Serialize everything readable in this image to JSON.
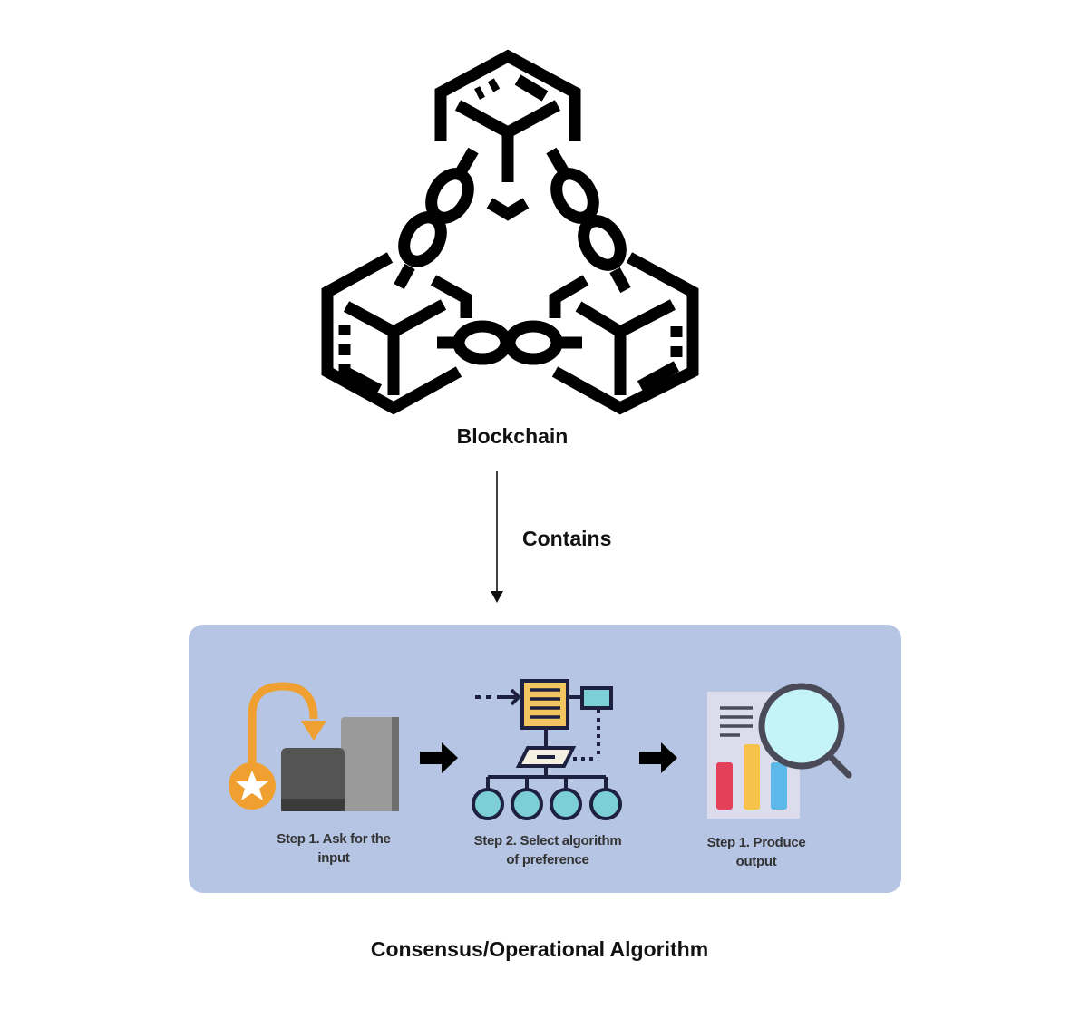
{
  "diagram": {
    "top_node": {
      "label": "Blockchain",
      "icon": "blockchain-cubes-chain-icon"
    },
    "edge": {
      "label": "Contains",
      "direction": "down"
    },
    "bottom_node": {
      "title": "Consensus/Operational Algorithm",
      "panel_color": "#b6c5e4",
      "steps": [
        {
          "caption": "Step 1. Ask for the input",
          "caption_lines": [
            "Step 1. Ask for the",
            "input"
          ],
          "icon": "input-request-icon"
        },
        {
          "caption": "Step 2. Select algorithm of preference",
          "caption_lines": [
            "Step 2. Select algorithm",
            "of preference"
          ],
          "icon": "algorithm-flowchart-icon"
        },
        {
          "caption": "Step 1. Produce output",
          "caption_lines": [
            "Step 1. Produce",
            "output"
          ],
          "icon": "output-report-magnifier-icon"
        }
      ],
      "step_arrows": [
        "arrow-right-icon",
        "arrow-right-icon"
      ]
    },
    "colors": {
      "orange": "#f0a030",
      "dark_gray": "#505050",
      "light_gray": "#999999",
      "doc_yellow": "#f3c560",
      "teal": "#7ccfd6",
      "navy": "#1e2040",
      "red_bar": "#e3405a",
      "yellow_bar": "#f6c24a",
      "blue_bar": "#5bb8e8",
      "lens": "#c4f4f8"
    }
  }
}
